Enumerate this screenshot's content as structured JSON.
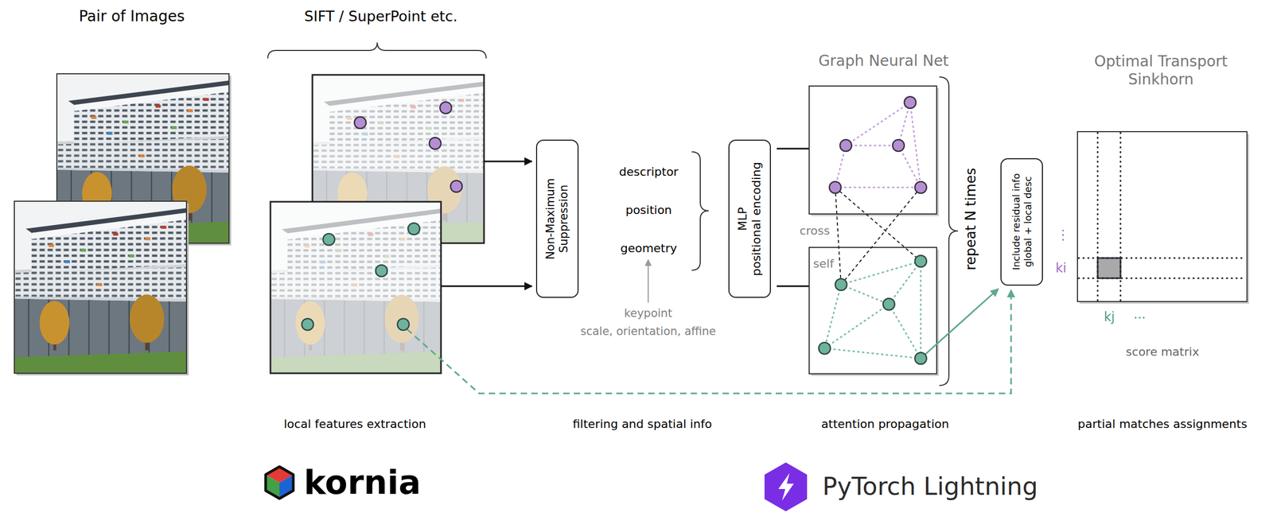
{
  "diagram": {
    "nodes": [
      {
        "text": [
          "Non-Maximum Suppression"
        ]
      },
      {
        "text": [
          "MLP",
          "positional encoding"
        ]
      },
      {
        "text": [
          "Include residual info global + local desc"
        ]
      }
    ],
    "labels": [
      "Pair of Images",
      "SIFT / SuperPoint etc.",
      "Graph Neural Net",
      "Optimal Transport Sinkhorn",
      "descriptor",
      "position",
      "geometry",
      "keypoint",
      "scale, orientation, affine",
      "cross",
      "self",
      "repeat N times",
      "⋮",
      "ki",
      "kj",
      "...",
      "score matrix",
      "local features extraction",
      "filtering and spatial info",
      "attention propagation",
      "partial matches assignments",
      "kornia",
      "PyTorch Lightning"
    ]
  }
}
